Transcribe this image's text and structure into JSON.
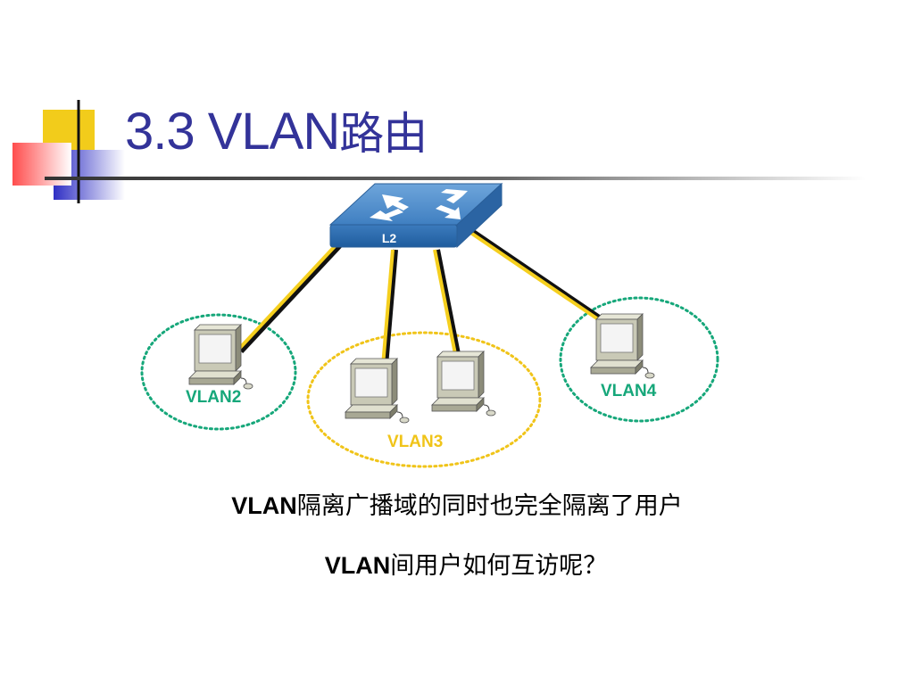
{
  "slide": {
    "title_prefix": "3.3 VLAN",
    "title_suffix": "路由"
  },
  "diagram": {
    "switch_label": "L2",
    "groups": [
      {
        "name": "VLAN2",
        "color": "#16a77a",
        "hosts": 1
      },
      {
        "name": "VLAN3",
        "color": "#f0c419",
        "hosts": 2
      },
      {
        "name": "VLAN4",
        "color": "#16a77a",
        "hosts": 1
      }
    ],
    "link_color": "#f5cf1e"
  },
  "captions": [
    {
      "en": "VLAN",
      "zh": "隔离广播域的同时也完全隔离了用户"
    },
    {
      "en": "VLAN",
      "zh": "间用户如何互访呢？"
    }
  ],
  "colors": {
    "title": "#333399",
    "accent_yellow": "#f2cc1b",
    "accent_blue": "#3535c8",
    "accent_red": "#ff6666"
  }
}
